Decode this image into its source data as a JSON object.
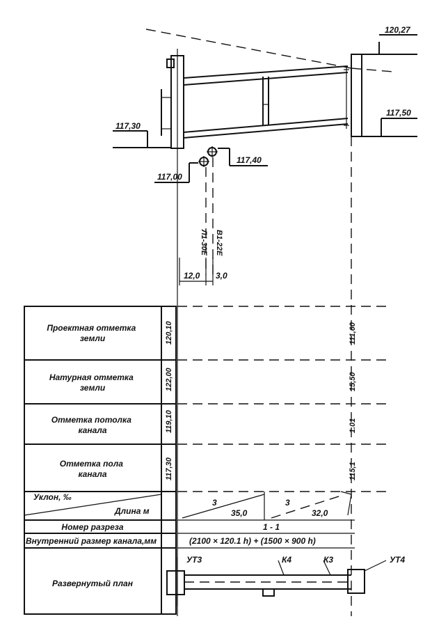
{
  "elevations": {
    "top_right": "120,27",
    "right": "117,50",
    "left": "117,30",
    "well_right": "117,40",
    "well_left": "117,00"
  },
  "rotated_marks": {
    "left_mark": "Л1-30Е",
    "right_mark": "В1-22Е"
  },
  "dimensions": {
    "left": "12,0",
    "right": "3,0"
  },
  "table": {
    "rows": [
      {
        "label": "Проектная отметка земли",
        "left_value": "120,10",
        "right_value": "111,60"
      },
      {
        "label": "Натурная отметка земли",
        "left_value": "122,00",
        "right_value": "15,50"
      },
      {
        "label": "Отметка потолка канала",
        "left_value": "119,10",
        "right_value": "1.01"
      },
      {
        "label": "Отметка пола канала",
        "left_value": "117,30",
        "right_value": "115,1"
      }
    ],
    "slope_row": {
      "top_label": "Уклон, ‰",
      "bottom_label": "Длина м",
      "seg1_slope": "3",
      "seg1_length": "35,0",
      "seg2_slope": "3",
      "seg2_length": "32,0"
    },
    "section_row": {
      "label": "Номер разреза",
      "value": "1 - 1"
    },
    "size_row": {
      "label": "Внутренний размер канала,мм",
      "value": "(2100 × 120.1 h) + (1500 × 900 h)"
    },
    "plan_row": {
      "label": "Развернутый план"
    }
  },
  "plan_labels": {
    "ut3": "УТ3",
    "k4": "К4",
    "k3": "К3",
    "ut4": "УТ4"
  }
}
